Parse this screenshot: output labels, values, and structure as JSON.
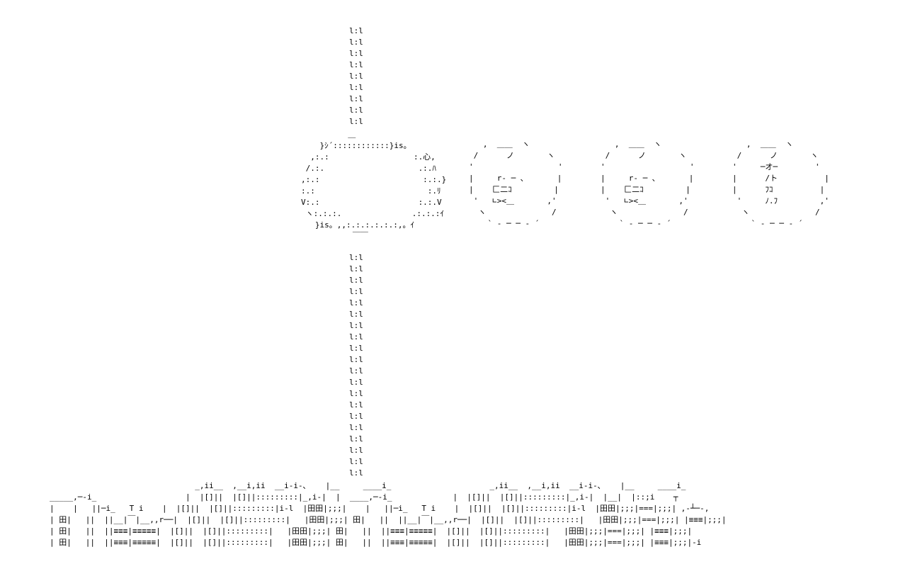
{
  "art": {
    "pole_top": "l:l\nl:l\nl:l\nl:l\nl:l\nl:l\nl:l\nl:l\nl:l",
    "globe": "          ＿\n    }ｼ´::::::::::::}is。\n  ,:.:                  :.心,\n /.:.                    .:.ﾊ\n,:.:                      :.:.}\n:.:                        :.ﾘ\nV:.:                     :.:.V\n ヽ:.:.:.               .:.:.:ｲ\n   }is。,,:.:.:.:.:.:,。ｲ\n           ￣￣",
    "pole_bottom": "l:l\nl:l\nl:l\nl:l\nl:l\nl:l\nl:l\nl:l\nl:l\nl:l\nl:l\nl:l\nl:l\nl:l\nl:l\nl:l\nl:l\nl:l\nl:l\nl:l",
    "circle_1": "   ,  ＿＿  ヽ\n /      ノ       ヽ\n'                  '\n|     r‐ ─ ､       |\n|    匚二ｺ         |\n '   ∟><＿       ,'\n  ヽ              /\n    ` ‐ ─ ─ ‐ ´",
    "circle_2": "   ,  ＿＿  ヽ\n /      ノ       ヽ\n'                  '\n|     r‐ ─ ､       |\n|    匚二ｺ         |\n '   ∟><＿       ,'\n  ヽ              /\n    ` ‐ ─ ─ ‐ ´",
    "circle_3": "   ,  ＿＿  ヽ\n /      ノ       ヽ\n'     ─オ─        '\n|      /ト          |\n|      ﾌｺ          |\n '     ﾉ.ﾌ         ,'\n  ヽ              /\n    ` ‐ ─ ─ ‐ ´",
    "skyline": "                               _,ii__  ,__i,ii  __i‐i‐､    |__     ____i_                     _,ii__  ,__i,ii  __i‐i‐､    |__     ____i_\n_____,─‐i_                   |  |[]||  |[]||:::::::::|_,i‐|  |  ____,─‐i_             |  |[]||  |[]||:::::::::|_,i‐|  |__|  |::;i    ┬\n|    |   ||─i_   T i    |  |[]||  |[]||:::::::::|i‐l  |田田|;;;|    |   ||─i_   T i    |  |[]||  |[]||:::::::::|i‐l  |田田|;;;|===|;;;| ,-┴─-,\n| 田|   ||  ||__|￣|__,,r──|  |[]||  |[]||:::::::::|   |田田|;;;| 田|   ||  ||__|￣|__,,r──|  |[]||  |[]||:::::::::|   |田田|;;;|===|;;;| |≡≡≡|;;;|\n| 田|   ||  ||≡≡≡|≡≡≡≡≡|  |[]||  |[]||:::::::::|   |田田|;;;| 田|   ||  ||≡≡≡|≡≡≡≡≡|  |[]||  |[]||:::::::::|   |田田|;;;|===|;;;| |≡≡≡|;;;|\n| 田|   ||  ||≡≡≡|≡≡≡≡≡|  |[]||  |[]||:::::::::|   |田田|;;;| 田|   ||  ||≡≡≡|≡≡≡≡≡|  |[]||  |[]||:::::::::|   |田田|;;;|===|;;;| |≡≡≡|;;;|‐i"
  }
}
